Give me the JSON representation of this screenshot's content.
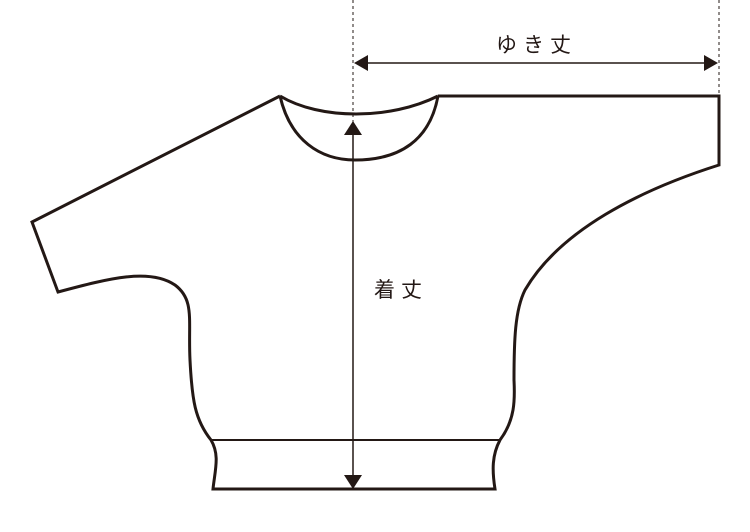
{
  "diagram": {
    "type": "garment-measurement",
    "garment": "dolman-sleeve-sweater",
    "colors": {
      "line": "#231815",
      "background": "#ffffff"
    },
    "measurements": [
      {
        "id": "sleeve-length",
        "label": "ゆき丈",
        "orientation": "horizontal"
      },
      {
        "id": "body-length",
        "label": "着丈",
        "orientation": "vertical"
      }
    ]
  }
}
